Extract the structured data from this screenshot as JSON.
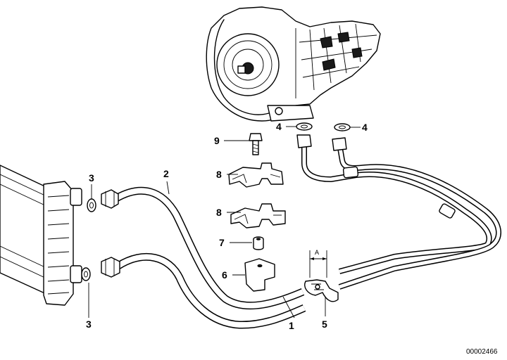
{
  "callouts": {
    "hose_lower": "1",
    "hose_upper": "2",
    "seal_upper": "3",
    "seal_lower": "3",
    "seal_trans_left": "4",
    "seal_trans_right": "4",
    "pipe_clamp": "5",
    "bracket": "6",
    "spacer": "7",
    "clamp_upper": "8",
    "clamp_lower": "8",
    "bolt": "9"
  },
  "dimension_label": "A",
  "reference_code": "00002466"
}
